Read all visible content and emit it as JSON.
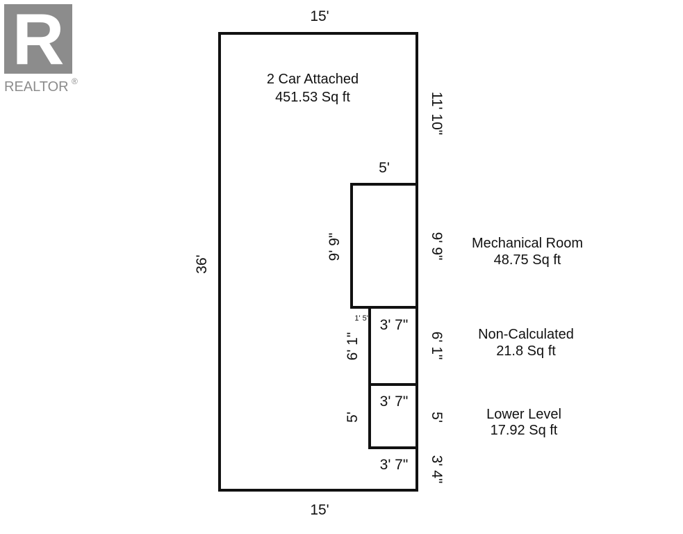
{
  "logo": {
    "text": "REALTOR",
    "registered": "®",
    "mark": "R",
    "color": "#8c8c8c"
  },
  "rooms": {
    "garage": {
      "name": "2 Car Attached",
      "area": "451.53 Sq ft"
    },
    "mechanical": {
      "name": "Mechanical Room",
      "area": "48.75 Sq ft"
    },
    "non_calculated": {
      "name": "Non-Calculated",
      "area": "21.8 Sq ft"
    },
    "lower_level": {
      "name": "Lower Level",
      "area": "17.92 Sq ft"
    }
  },
  "dimensions": {
    "top_width": "15'",
    "bottom_width": "15'",
    "left_height": "36'",
    "right_upper": "11' 10\"",
    "mechanical_top": "5'",
    "mechanical_right": "9' 9\"",
    "mechanical_left": "9' 9\"",
    "notch": "1' 5\"",
    "noncalc_top": "3' 7\"",
    "noncalc_left": "6' 1\"",
    "noncalc_right": "6' 1\"",
    "lower_top": "3' 7\"",
    "lower_left": "5'",
    "lower_right": "5'",
    "bottom_inner": "3' 7\"",
    "right_bottom": "3' 4\""
  },
  "colors": {
    "line": "#111111",
    "text": "#111111",
    "background": "#ffffff"
  }
}
